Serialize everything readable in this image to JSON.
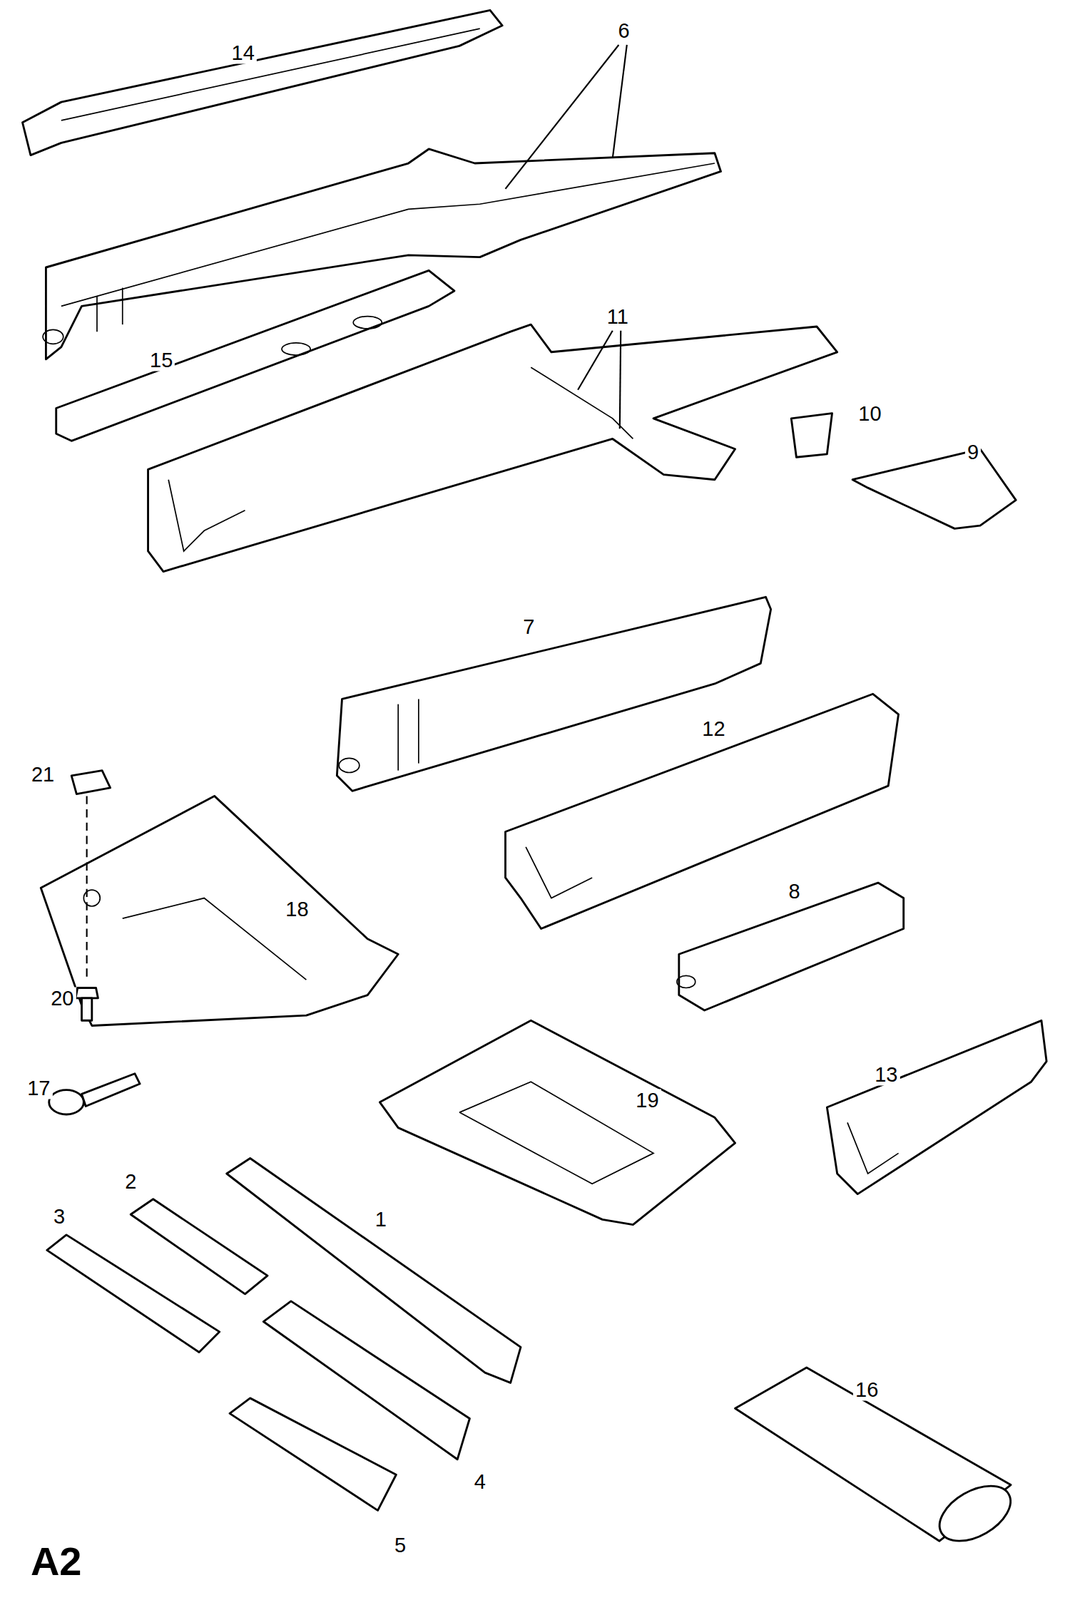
{
  "diagram": {
    "labels": [
      "14",
      "6",
      "15",
      "11",
      "10",
      "9",
      "7",
      "21",
      "12",
      "18",
      "8",
      "20",
      "17",
      "19",
      "13",
      "2",
      "1",
      "3",
      "4",
      "5",
      "16",
      "A2"
    ]
  }
}
